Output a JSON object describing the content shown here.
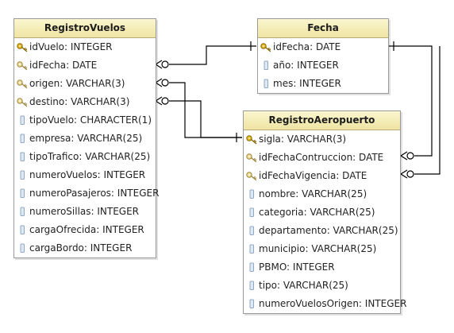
{
  "entities": {
    "registro_vuelos": {
      "title": "RegistroVuelos",
      "fields": [
        {
          "label": "idVuelo: INTEGER",
          "icon": "primary-key-icon"
        },
        {
          "label": "idFecha: DATE",
          "icon": "foreign-key-icon"
        },
        {
          "label": "origen: VARCHAR(3)",
          "icon": "foreign-key-icon"
        },
        {
          "label": "destino: VARCHAR(3)",
          "icon": "foreign-key-icon"
        },
        {
          "label": "tipoVuelo: CHARACTER(1)",
          "icon": "column-icon"
        },
        {
          "label": "empresa: VARCHAR(25)",
          "icon": "column-icon"
        },
        {
          "label": "tipoTrafico: VARCHAR(25)",
          "icon": "column-icon"
        },
        {
          "label": "numeroVuelos: INTEGER",
          "icon": "column-icon"
        },
        {
          "label": "numeroPasajeros: INTEGER",
          "icon": "column-icon"
        },
        {
          "label": "numeroSillas: INTEGER",
          "icon": "column-icon"
        },
        {
          "label": "cargaOfrecida: INTEGER",
          "icon": "column-icon"
        },
        {
          "label": "cargaBordo: INTEGER",
          "icon": "column-icon"
        }
      ]
    },
    "fecha": {
      "title": "Fecha",
      "fields": [
        {
          "label": "idFecha: DATE",
          "icon": "primary-key-icon"
        },
        {
          "label": "año: INTEGER",
          "icon": "column-icon"
        },
        {
          "label": "mes: INTEGER",
          "icon": "column-icon"
        }
      ]
    },
    "registro_aeropuerto": {
      "title": "RegistroAeropuerto",
      "fields": [
        {
          "label": "sigla: VARCHAR(3)",
          "icon": "primary-key-icon"
        },
        {
          "label": "idFechaContruccion: DATE",
          "icon": "foreign-key-icon"
        },
        {
          "label": "idFechaVigencia: DATE",
          "icon": "foreign-key-icon"
        },
        {
          "label": "nombre: VARCHAR(25)",
          "icon": "column-icon"
        },
        {
          "label": "categoria: VARCHAR(25)",
          "icon": "column-icon"
        },
        {
          "label": "departamento: VARCHAR(25)",
          "icon": "column-icon"
        },
        {
          "label": "municipio: VARCHAR(25)",
          "icon": "column-icon"
        },
        {
          "label": "PBMO: INTEGER",
          "icon": "column-icon"
        },
        {
          "label": "tipo: VARCHAR(25)",
          "icon": "column-icon"
        },
        {
          "label": "numeroVuelosOrigen: INTEGER",
          "icon": "column-icon"
        }
      ]
    }
  },
  "relationships": [
    {
      "from": "registro_vuelos.idFecha",
      "to": "fecha.idFecha",
      "cardinality": "many-to-one"
    },
    {
      "from": "registro_vuelos.origen",
      "to": "registro_aeropuerto.sigla",
      "cardinality": "many-to-one"
    },
    {
      "from": "registro_vuelos.destino",
      "to": "registro_aeropuerto.sigla",
      "cardinality": "many-to-one"
    },
    {
      "from": "registro_aeropuerto.idFechaContruccion",
      "to": "fecha.idFecha",
      "cardinality": "many-to-one"
    },
    {
      "from": "registro_aeropuerto.idFechaVigencia",
      "to": "fecha.idFecha",
      "cardinality": "many-to-one"
    }
  ]
}
